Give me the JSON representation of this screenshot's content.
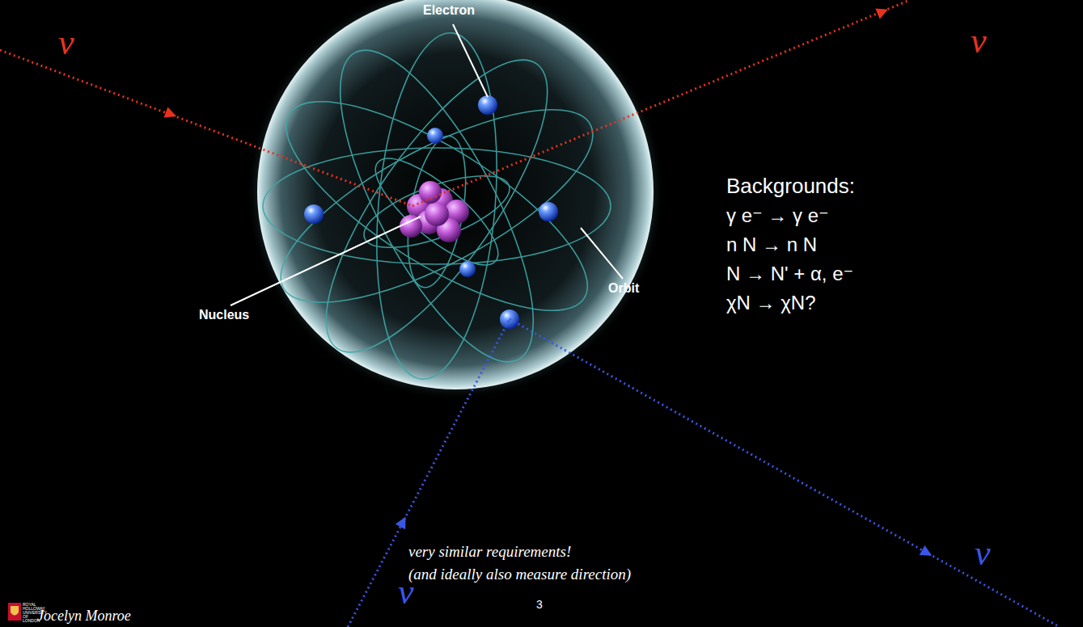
{
  "diagram": {
    "labels": [
      "ν",
      "ν",
      "ν",
      "ν",
      "Electron",
      "Nucleus",
      "Orbit",
      "Backgrounds:",
      "γ e⁻ → γ e⁻",
      "n N → n N",
      "N → N' + α, e⁻",
      "χN → χN?",
      "very similar requirements!",
      "(and ideally also measure direction)",
      "3",
      "Jocelyn Monroe",
      "ROYAL HOLLOWAY UNIVERSITY OF LONDON"
    ]
  }
}
